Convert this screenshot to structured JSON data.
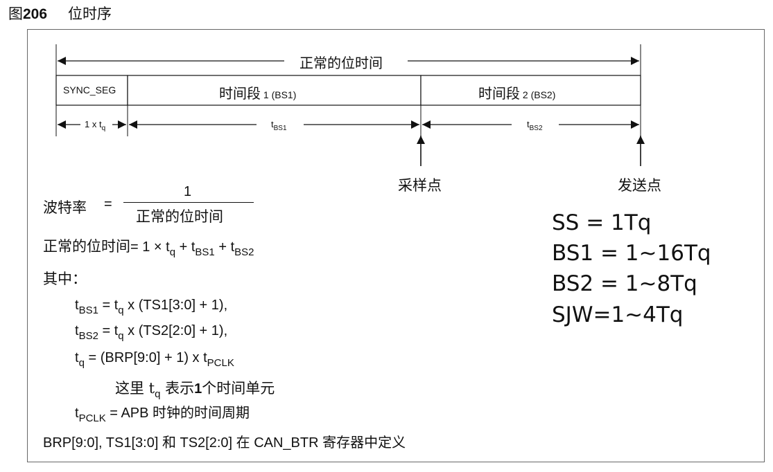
{
  "figure": {
    "number_prefix": "图",
    "number": "206",
    "title": "位时序"
  },
  "timing": {
    "normal_bit_time": "正常的位时间",
    "seg_sync": "SYNC_SEG",
    "seg_bs1_cn": "时间段",
    "seg_bs1_en": " 1 (BS1)",
    "seg_bs2_cn": "时间段",
    "seg_bs2_en": " 2 (BS2)",
    "tq_label_a": "1 x t",
    "tq_label_sub": "q",
    "tbs1_t": "t",
    "tbs1_sub": "BS1",
    "tbs2_t": "t",
    "tbs2_sub": "BS2",
    "sample_point": "采样点",
    "transmit_point": "发送点"
  },
  "formulas": {
    "baud_label": "波特率",
    "baud_eq": "=",
    "baud_num": "1",
    "baud_den": "正常的位时间",
    "nbt_label": "正常的位时间",
    "nbt_rhs_a": "= 1 × t",
    "nbt_rhs_q": "q",
    "nbt_rhs_b": " + t",
    "nbt_rhs_bs1": "BS1",
    "nbt_rhs_c": " + t",
    "nbt_rhs_bs2": "BS2",
    "where": "其中：",
    "l1_t": "t",
    "l1_sub": "BS1",
    "l1_mid": " = t",
    "l1_q": "q",
    "l1_rest": " x (TS1[3:0] + 1),",
    "l2_t": "t",
    "l2_sub": "BS2",
    "l2_mid": " = t",
    "l2_q": "q",
    "l2_rest": " x (TS2[2:0] + 1),",
    "l3_t": "t",
    "l3_q": "q",
    "l3_rest": " = (BRP[9:0] + 1) x t",
    "l3_pclk": "PCLK",
    "l4_a": "这里 t",
    "l4_q": "q",
    "l4_b": " 表示",
    "l4_one": "1",
    "l4_c": "个时间单元",
    "l5_t": "t",
    "l5_pclk": "PCLK",
    "l5_rest": " = APB 时钟的时间周期",
    "l6": "BRP[9:0], TS1[3:0] 和 TS2[2:0] 在 CAN_BTR 寄存器中定义"
  },
  "params": [
    "SS = 1Tq",
    "BS1 = 1~16Tq",
    "BS2 = 1~8Tq",
    "SJW=1~4Tq"
  ]
}
